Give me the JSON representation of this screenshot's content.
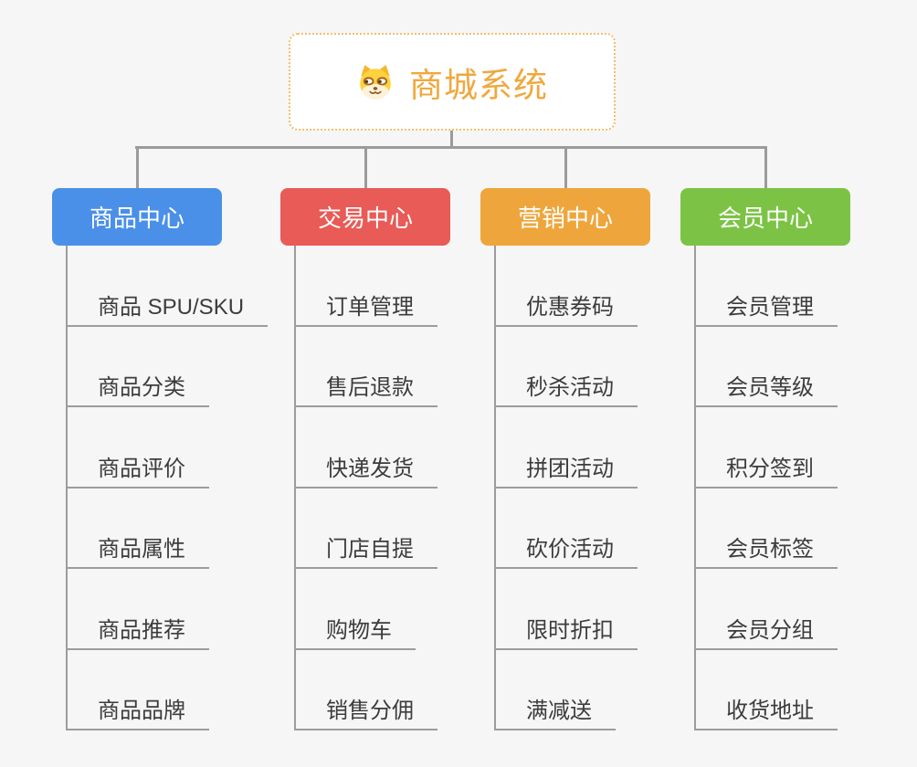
{
  "root": {
    "label": "商城系统",
    "icon": "dog-face-icon"
  },
  "branches": [
    {
      "label": "商品中心",
      "color": "#4a90e8",
      "children": [
        "商品 SPU/SKU",
        "商品分类",
        "商品评价",
        "商品属性",
        "商品推荐",
        "商品品牌"
      ]
    },
    {
      "label": "交易中心",
      "color": "#e85b56",
      "children": [
        "订单管理",
        "售后退款",
        "快递发货",
        "门店自提",
        "购物车",
        "销售分佣"
      ]
    },
    {
      "label": "营销中心",
      "color": "#eea63c",
      "children": [
        "优惠券码",
        "秒杀活动",
        "拼团活动",
        "砍价活动",
        "限时折扣",
        "满减送"
      ]
    },
    {
      "label": "会员中心",
      "color": "#7cc345",
      "children": [
        "会员管理",
        "会员等级",
        "积分签到",
        "会员标签",
        "会员分组",
        "收货地址"
      ]
    }
  ],
  "colors": {
    "background": "#f6f6f6",
    "root_accent": "#f0a83e",
    "root_border": "#f5bd6b",
    "connector": "#9b9b9b",
    "child_text": "#3c3c3c",
    "child_line": "#9c9c9c"
  }
}
